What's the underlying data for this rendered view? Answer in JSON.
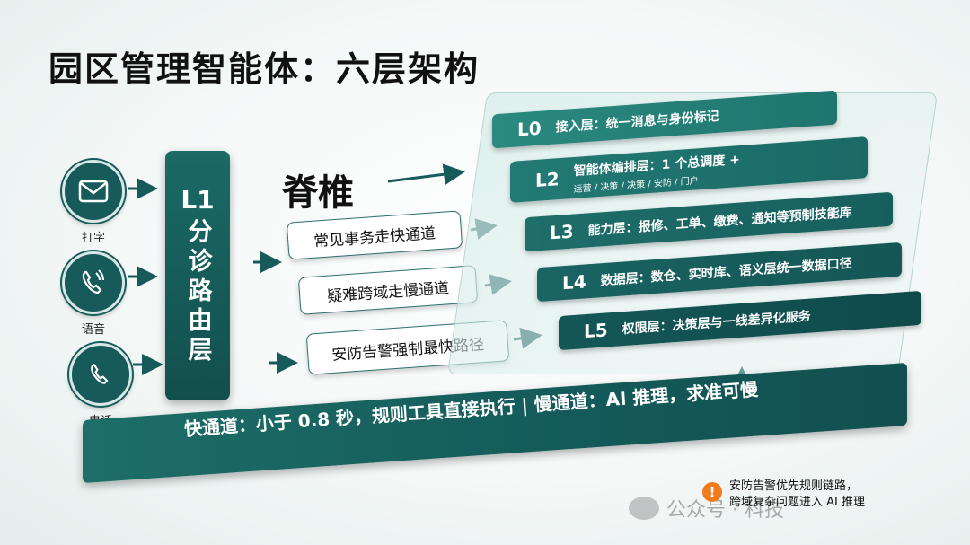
{
  "title": "园区管理智能体：六层架构",
  "inputs": [
    {
      "label": "打字",
      "icon": "mail-icon"
    },
    {
      "label": "语音",
      "icon": "phone-wave-icon"
    },
    {
      "label": "电话",
      "icon": "phone-icon"
    }
  ],
  "router": {
    "code": "L1",
    "name": "分诊路由层"
  },
  "spine": "脊椎",
  "paths": [
    "常见事务走快通道",
    "疑难跨域走慢通道",
    "安防告警强制最快路径"
  ],
  "layers": [
    {
      "code": "L0",
      "desc": "接入层：统一消息与身份标记",
      "sub": ""
    },
    {
      "code": "L2",
      "desc": "智能体编排层：1 个总调度 +",
      "sub": "运营 / 决策 / 决策 / 安防 / 门户"
    },
    {
      "code": "L3",
      "desc": "能力层：报修、工单、缴费、通知等预制技能库",
      "sub": ""
    },
    {
      "code": "L4",
      "desc": "数据层：数仓、实时库、语义层统一数据口径",
      "sub": ""
    },
    {
      "code": "L5",
      "desc": "权限层：决策层与一线差异化服务",
      "sub": ""
    }
  ],
  "bottom_bar": "快通道：小于 0.8 秒，规则工具直接执行 | 慢通道：AI 推理，求准可慢",
  "warning": {
    "line1": "安防告警优先规则链路，",
    "line2": "跨域复杂问题进入 AI 推理"
  },
  "watermark": "公众号 · 科技",
  "colors": {
    "primary": "#175a5a",
    "accent": "#f07b1e"
  }
}
